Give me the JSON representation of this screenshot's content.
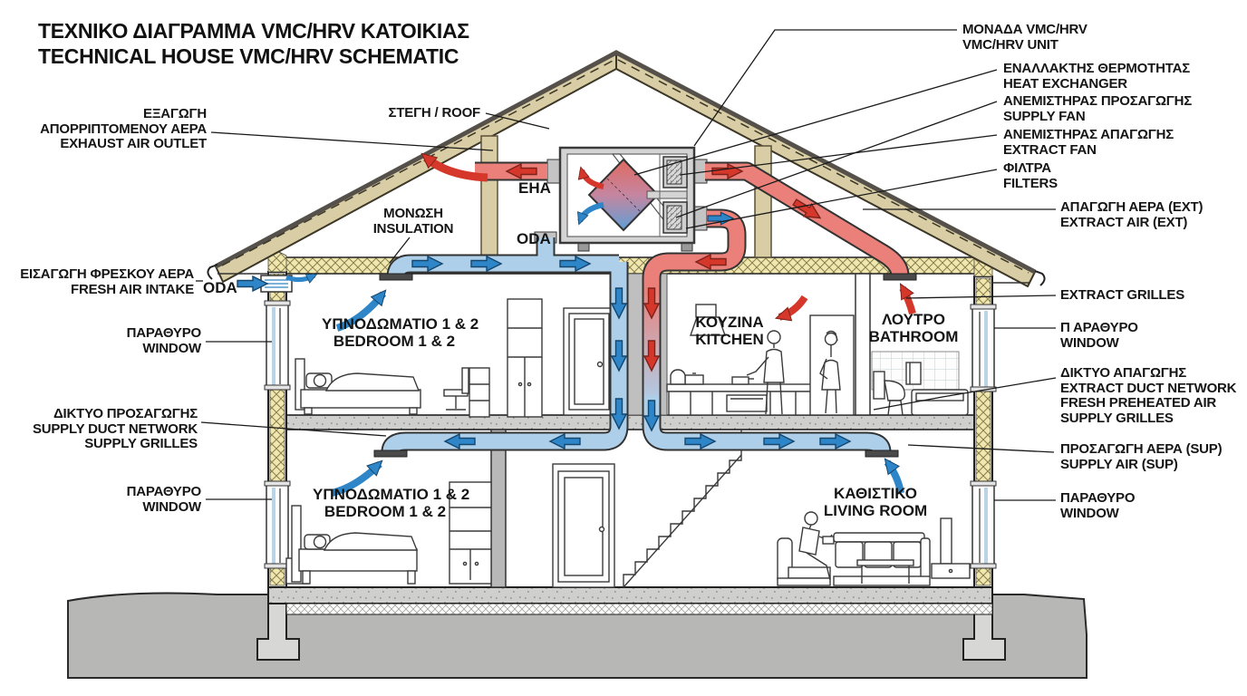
{
  "title": {
    "line1": "ΤΕΧΝΙΚΟ ΔΙΑΓΡΑΜΜΑ VMC/HRV ΚΑΤΟΙΚΙΑΣ",
    "line2": "TECHNICAL HOUSE VMC/HRV SCHEMATIC"
  },
  "callouts": {
    "exhaust_outlet": {
      "lines": [
        "ΕΞΑΓΩΓΗ",
        "ΑΠΟΡΡΙΠΤΟΜΕΝΟΥ ΑΕΡΑ",
        "EXHAUST AIR OUTLET"
      ]
    },
    "roof": {
      "lines": [
        "ΣΤΕΓΗ / ROOF"
      ]
    },
    "insulation": {
      "lines": [
        "ΜΟΝΩΣΗ",
        "INSULATION"
      ]
    },
    "fresh_air_intake": {
      "lines": [
        "ΕΙΣΑΓΩΓΗ ΦΡΕΣΚΟΥ ΑΕΡΑ",
        "FRESH AIR INTAKE"
      ]
    },
    "window_upper_left": {
      "lines": [
        "ΠΑΡΑΘΥΡΟ",
        "WINDOW"
      ]
    },
    "supply_network": {
      "lines": [
        "ΔΙΚΤΥΟ ΠΡΟΣΑΓΩΓΗΣ",
        "SUPPLY DUCT NETWORK",
        "SUPPLY GRILLES"
      ]
    },
    "window_lower_left": {
      "lines": [
        "ΠΑΡΑΘΥΡΟ",
        "WINDOW"
      ]
    },
    "vmc_unit": {
      "lines": [
        "ΜΟΝΑΔΑ VMC/HRV",
        "VMC/HRV UNIT"
      ]
    },
    "heat_exchanger": {
      "lines": [
        "ΕΝΑΛΛΑΚΤΗΣ ΘΕΡΜΟΤΗΤΑΣ",
        "HEAT EXCHANGER"
      ]
    },
    "supply_fan": {
      "lines": [
        "ΑΝΕΜΙΣΤΗΡΑΣ ΠΡΟΣΑΓΩΓΗΣ",
        "SUPPLY FAN"
      ]
    },
    "extract_fan": {
      "lines": [
        "ΑΝΕΜΙΣΤΗΡΑΣ ΑΠΑΓΩΓΗΣ",
        "EXTRACT FAN"
      ]
    },
    "filters": {
      "lines": [
        "ΦΙΛΤΡΑ",
        "FILTERS"
      ]
    },
    "extract_air": {
      "lines": [
        "ΑΠΑΓΩΓΗ ΑΕΡΑ (EXT)",
        "EXTRACT AIR (EXT)"
      ]
    },
    "extract_grilles": {
      "lines": [
        "EXTRACT GRILLES"
      ]
    },
    "window_upper_right": {
      "lines": [
        "Π ΑΡΑΘΥΡΟ",
        "WINDOW"
      ]
    },
    "extract_network": {
      "lines": [
        "ΔΙΚΤΥΟ ΑΠΑΓΩΓΗΣ",
        "EXTRACT DUCT NETWORK",
        "FRESH PREHEATED AIR",
        "SUPPLY GRILLES"
      ]
    },
    "supply_air": {
      "lines": [
        "ΠΡΟΣΑΓΩΓΗ ΑΕΡΑ (SUP)",
        "SUPPLY AIR (SUP)"
      ]
    },
    "window_lower_right": {
      "lines": [
        "ΠΑΡΑΘΥΡΟ",
        "WINDOW"
      ]
    }
  },
  "rooms": {
    "bedroom_upper": {
      "lines": [
        "ΥΠΝΟΔΩΜΑΤΙΟ 1 & 2",
        "BEDROOM 1 & 2"
      ]
    },
    "kitchen": {
      "lines": [
        "ΚΟΥΖΙΝΑ",
        "KITCHEN"
      ]
    },
    "bathroom": {
      "lines": [
        "ΛΟΥΤΡΟ",
        "BATHROOM"
      ]
    },
    "bedroom_lower": {
      "lines": [
        "ΥΠΝΟΔΩΜΑΤΙΟ 1 & 2",
        "BEDROOM 1 & 2"
      ]
    },
    "living_room": {
      "lines": [
        "ΚΑΘΙΣΤΙΚΟ",
        "LIVING ROOM"
      ]
    }
  },
  "duct_tags": {
    "eha": "EHA",
    "oda_unit": "ODA",
    "oda_intake": "ODA"
  },
  "colors": {
    "supply_duct": "#aecfe9",
    "supply_arrow": "#2e86c8",
    "extract_duct": "#ea8079",
    "extract_arrow": "#d6372b",
    "insulation": "#efe7ad",
    "roof": "#d8cda4",
    "ground": "#b7b7b5",
    "text": "#151515"
  }
}
